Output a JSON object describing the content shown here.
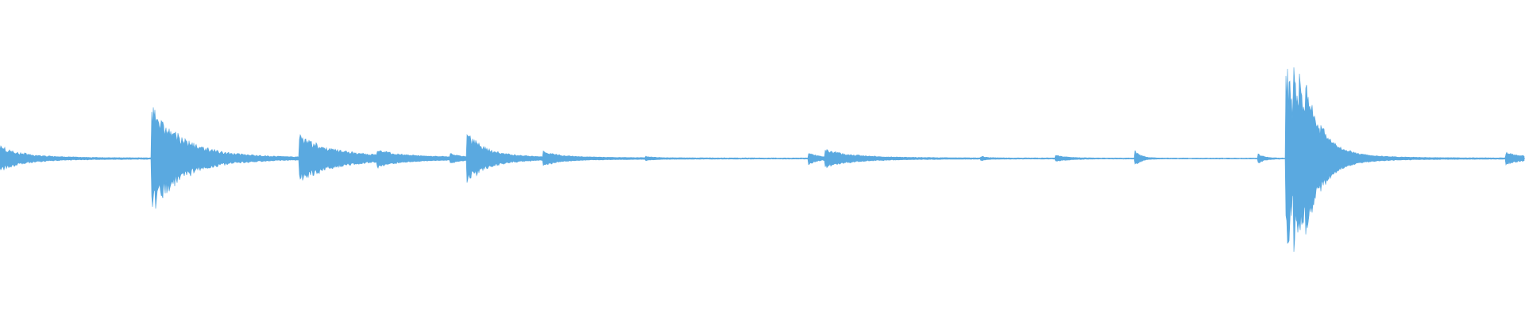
{
  "waveform": {
    "color": "#5aa9e0",
    "background": "#ffffff",
    "baseline_level": 0.004,
    "transients": [
      {
        "time": 0.0,
        "peak": 0.11,
        "decay": 0.014,
        "tail": 0.02
      },
      {
        "time": 0.099,
        "peak": 0.53,
        "decay": 0.02,
        "tail": 0.03
      },
      {
        "time": 0.196,
        "peak": 0.21,
        "decay": 0.022,
        "tail": 0.02
      },
      {
        "time": 0.247,
        "peak": 0.05,
        "decay": 0.012,
        "tail": 0.01
      },
      {
        "time": 0.295,
        "peak": 0.04,
        "decay": 0.006,
        "tail": 0.0
      },
      {
        "time": 0.306,
        "peak": 0.23,
        "decay": 0.014,
        "tail": 0.01
      },
      {
        "time": 0.356,
        "peak": 0.05,
        "decay": 0.01,
        "tail": 0.01
      },
      {
        "time": 0.423,
        "peak": 0.02,
        "decay": 0.004,
        "tail": 0.0
      },
      {
        "time": 0.53,
        "peak": 0.05,
        "decay": 0.006,
        "tail": 0.01
      },
      {
        "time": 0.541,
        "peak": 0.07,
        "decay": 0.018,
        "tail": 0.01
      },
      {
        "time": 0.643,
        "peak": 0.02,
        "decay": 0.004,
        "tail": 0.0
      },
      {
        "time": 0.692,
        "peak": 0.03,
        "decay": 0.008,
        "tail": 0.0
      },
      {
        "time": 0.744,
        "peak": 0.08,
        "decay": 0.004,
        "tail": 0.0
      },
      {
        "time": 0.825,
        "peak": 0.05,
        "decay": 0.004,
        "tail": 0.0
      },
      {
        "time": 0.843,
        "peak": 1.0,
        "decay": 0.01,
        "tail": 0.0
      },
      {
        "time": 0.848,
        "peak": 0.47,
        "decay": 0.006,
        "tail": 0.0
      },
      {
        "time": 0.852,
        "peak": 0.3,
        "decay": 0.006,
        "tail": 0.0
      },
      {
        "time": 0.856,
        "peak": 0.35,
        "decay": 0.012,
        "tail": 0.02
      },
      {
        "time": 0.866,
        "peak": 0.05,
        "decay": 0.014,
        "tail": 0.01
      },
      {
        "time": 0.987,
        "peak": 0.06,
        "decay": 0.012,
        "tail": 0.0
      }
    ]
  }
}
